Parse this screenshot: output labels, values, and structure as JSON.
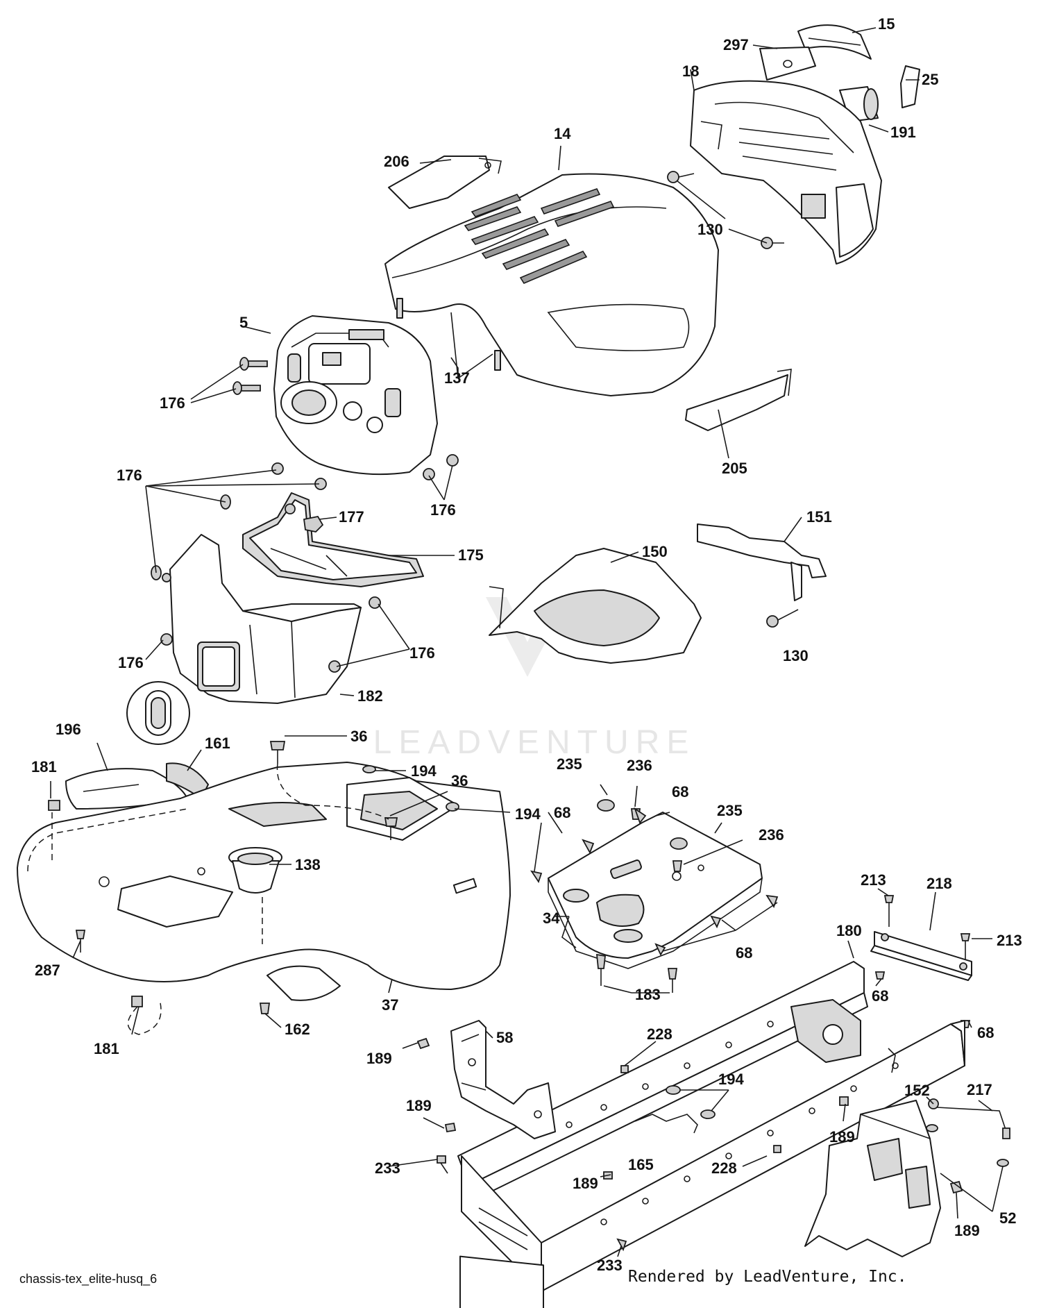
{
  "diagram": {
    "watermark": "LEADVENTURE",
    "footer_left": "chassis-tex_elite-husq_6",
    "footer_right": "Rendered by LeadVenture, Inc."
  },
  "callouts": {
    "p15": "15",
    "p297": "297",
    "p18": "18",
    "p25": "25",
    "p191": "191",
    "p14": "14",
    "p206": "206",
    "p130a": "130",
    "p5": "5",
    "p176a": "176",
    "p137": "137",
    "p205": "205",
    "p176b": "176",
    "p176c": "176",
    "p177": "177",
    "p175": "175",
    "p150": "150",
    "p151": "151",
    "p176d": "176",
    "p176e": "176",
    "p130b": "130",
    "p182": "182",
    "p196": "196",
    "p161": "161",
    "p181a": "181",
    "p36a": "36",
    "p194a": "194",
    "p36b": "36",
    "p194b": "194",
    "p235a": "235",
    "p236a": "236",
    "p68a": "68",
    "p68b": "68",
    "p235b": "235",
    "p236b": "236",
    "p138": "138",
    "p34": "34",
    "p68c": "68",
    "p213a": "213",
    "p218": "218",
    "p213b": "213",
    "p287": "287",
    "p183": "183",
    "p180": "180",
    "p68d": "68",
    "p68e": "68",
    "p37": "37",
    "p162": "162",
    "p181b": "181",
    "p58": "58",
    "p189a": "189",
    "p228a": "228",
    "p194c": "194",
    "p152": "152",
    "p217": "217",
    "p189b": "189",
    "p189c": "189",
    "p189d": "189",
    "p165": "165",
    "p233a": "233",
    "p228b": "228",
    "p52": "52",
    "p189e": "189",
    "p233b": "233"
  }
}
